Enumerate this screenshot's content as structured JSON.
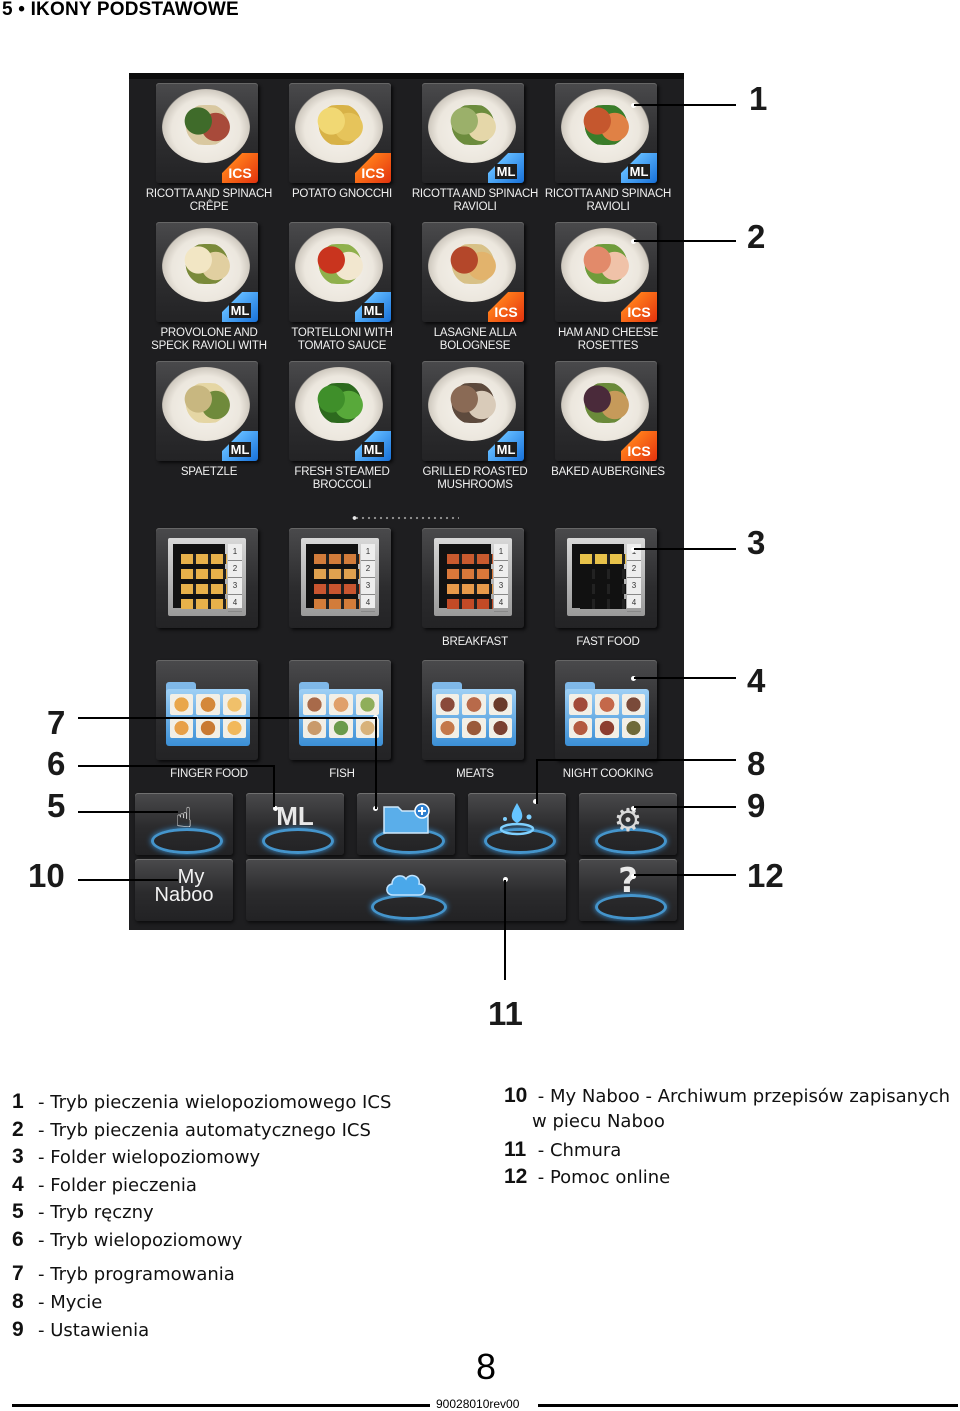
{
  "header": {
    "title": "5 • IKONY PODSTAWOWE"
  },
  "screen": {
    "recipes": [
      {
        "label": "RICOTTA AND SPINACH CRÊPE",
        "badge": "ICS",
        "badge_type": "ics"
      },
      {
        "label": "POTATO GNOCCHI",
        "badge": "ICS",
        "badge_type": "ics"
      },
      {
        "label": "RICOTTA AND SPINACH RAVIOLI",
        "badge": "ML",
        "badge_type": "ml"
      },
      {
        "label": "RICOTTA AND SPINACH RAVIOLI",
        "badge": "ML",
        "badge_type": "ml"
      },
      {
        "label": "PROVOLONE AND SPECK RAVIOLI WITH",
        "badge": "ML",
        "badge_type": "ml"
      },
      {
        "label": "TORTELLONI WITH TOMATO SAUCE",
        "badge": "ML",
        "badge_type": "ml"
      },
      {
        "label": "LASAGNE ALLA BOLOGNESE",
        "badge": "ICS",
        "badge_type": "ics"
      },
      {
        "label": "HAM AND CHEESE ROSETTES",
        "badge": "ICS",
        "badge_type": "ics"
      },
      {
        "label": "SPAETZLE",
        "badge": "ML",
        "badge_type": "ml"
      },
      {
        "label": "FRESH STEAMED BROCCOLI",
        "badge": "ML",
        "badge_type": "ml"
      },
      {
        "label": "GRILLED ROASTED MUSHROOMS",
        "badge": "ML",
        "badge_type": "ml"
      },
      {
        "label": "BAKED AUBERGINES",
        "badge": "ICS",
        "badge_type": "ics"
      }
    ],
    "multilevel_folders": [
      {
        "label": ""
      },
      {
        "label": ""
      },
      {
        "label": "BREAKFAST"
      },
      {
        "label": "FAST FOOD"
      }
    ],
    "oven_panel_levels": [
      "1",
      "2",
      "3",
      "4"
    ],
    "folders": [
      {
        "label": "FINGER FOOD"
      },
      {
        "label": "FISH"
      },
      {
        "label": "MEATS"
      },
      {
        "label": "NIGHT COOKING"
      }
    ],
    "buttons": {
      "manual": "manual-mode",
      "multilevel": "ML",
      "programming": "folder-add",
      "washing": "water-drop",
      "settings": "gear",
      "my_naboo_line1": "My",
      "my_naboo_line2": "Naboo",
      "cloud": "cloud",
      "help": "?"
    }
  },
  "callouts": [
    "1",
    "2",
    "3",
    "4",
    "5",
    "6",
    "7",
    "8",
    "9",
    "10",
    "11",
    "12"
  ],
  "legend_left": [
    {
      "n": "1",
      "text": "- Tryb pieczenia wielopoziomowego ICS"
    },
    {
      "n": "2",
      "text": "- Tryb pieczenia automatycznego ICS"
    },
    {
      "n": "3",
      "text": "- Folder wielopoziomowy"
    },
    {
      "n": "4",
      "text": "- Folder pieczenia"
    },
    {
      "n": "5",
      "text": "- Tryb ręczny"
    },
    {
      "n": "6",
      "text": "- Tryb wielopoziomowy"
    },
    {
      "n": "7",
      "text": "- Tryb programowania"
    },
    {
      "n": "8",
      "text": "- Mycie"
    },
    {
      "n": "9",
      "text": "- Ustawienia"
    }
  ],
  "legend_right": [
    {
      "n": "10",
      "text": "- My Naboo - Archiwum przepisów zapisanych",
      "text2": "w piecu Naboo"
    },
    {
      "n": "11",
      "text": "- Chmura"
    },
    {
      "n": "12",
      "text": "- Pomoc online"
    }
  ],
  "footer": {
    "page": "8",
    "code": "90028010rev00"
  },
  "colors": {
    "screen_bg": "#1e1e20",
    "ics_badge": "#e2320e",
    "ml_badge": "#1770d8",
    "accent_blue": "#4aa8e8"
  }
}
